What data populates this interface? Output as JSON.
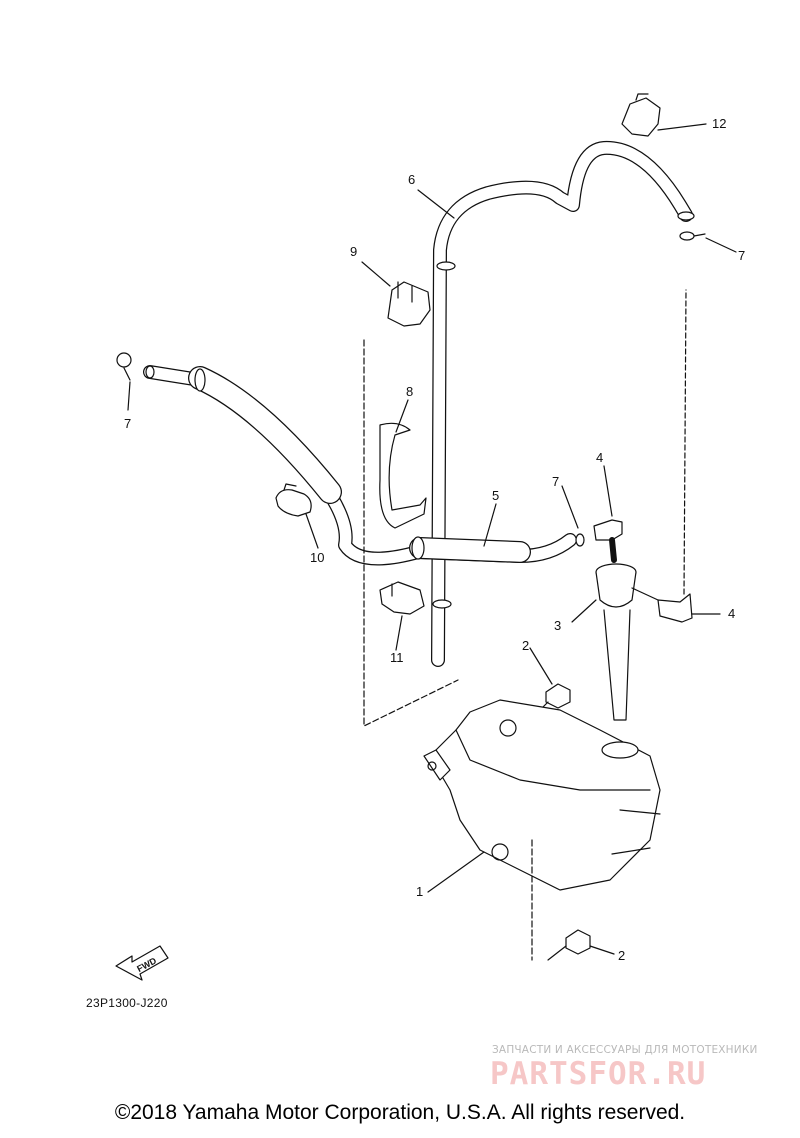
{
  "callouts": {
    "c1": "1",
    "c2a": "2",
    "c2b": "2",
    "c3": "3",
    "c4a": "4",
    "c4b": "4",
    "c5": "5",
    "c6": "6",
    "c7a": "7",
    "c7b": "7",
    "c7c": "7",
    "c8": "8",
    "c9": "9",
    "c10": "10",
    "c11": "11",
    "c12": "12"
  },
  "fwd_label": "FWD",
  "diagram_code": "23P1300-J220",
  "watermark": {
    "tagline": "ЗАПЧАСТИ И АКСЕССУАРЫ ДЛЯ МОТОТЕХНИКИ",
    "logo": "PARTSFOR.RU"
  },
  "copyright": "©2018 Yamaha Motor Corporation, U.S.A. All rights reserved."
}
